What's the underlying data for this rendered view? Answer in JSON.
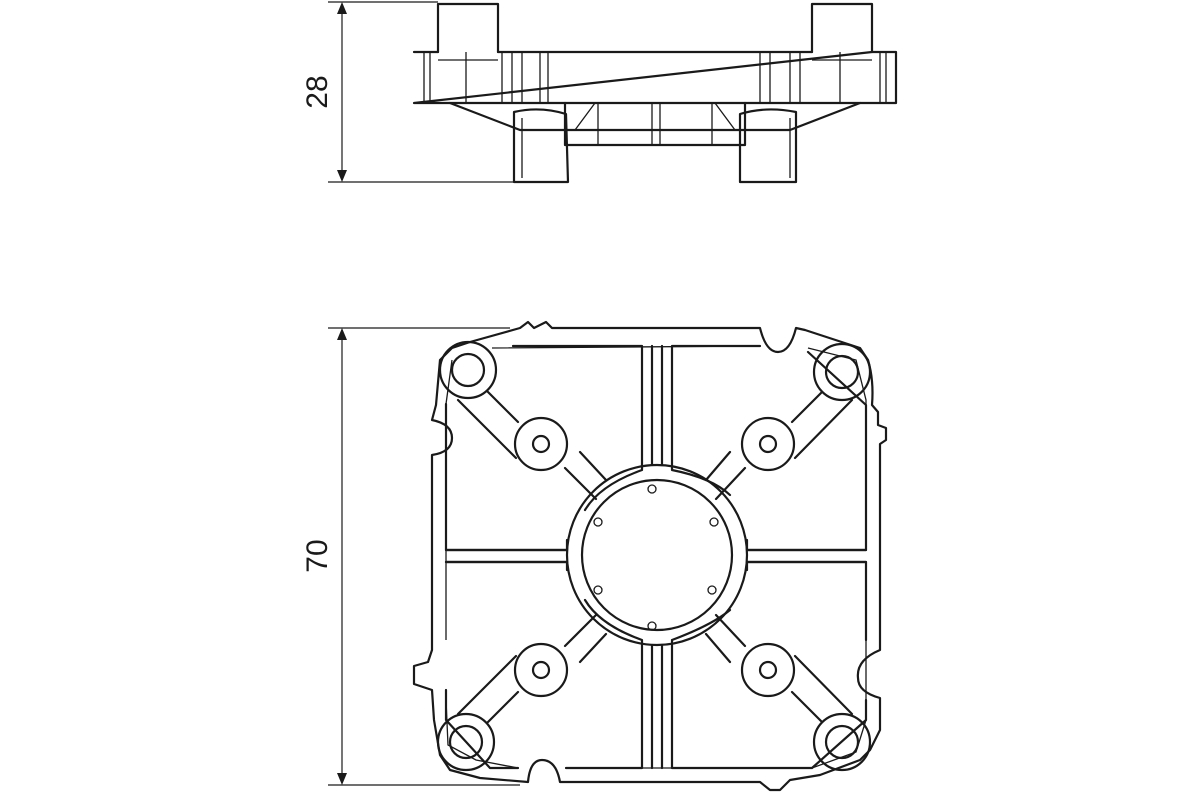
{
  "drawing": {
    "dimensions": [
      {
        "value": "28",
        "refers_to": "height"
      },
      {
        "value": "70",
        "refers_to": "width"
      }
    ],
    "colors": {
      "line": "#1a1a1a",
      "background": "#ffffff"
    }
  }
}
